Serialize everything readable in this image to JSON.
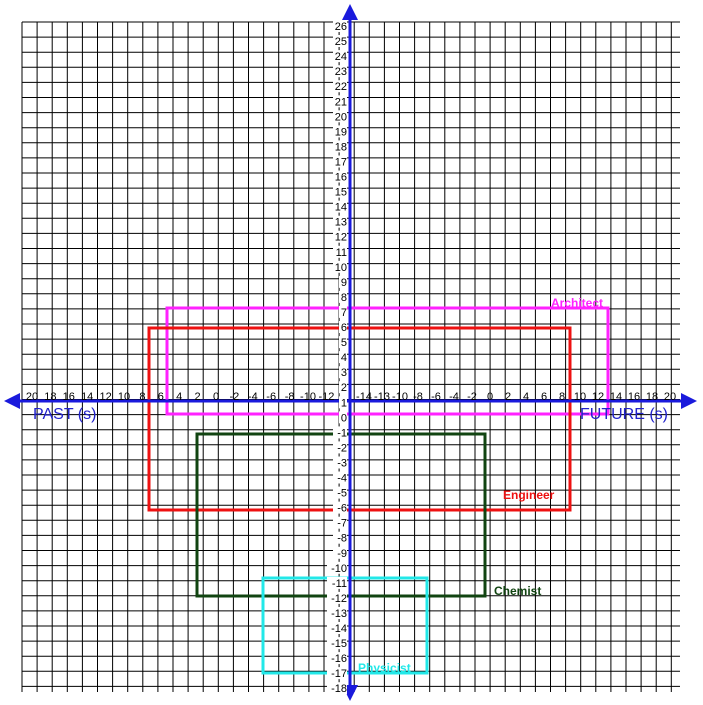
{
  "axes": {
    "past_label": "PAST (s)",
    "future_label": "FUTURE (s)",
    "axis_color": "#1a1adc",
    "y_ticks": [
      "26",
      "25",
      "24",
      "23",
      "22",
      "21",
      "20",
      "19",
      "18",
      "17",
      "16",
      "15",
      "14",
      "13",
      "12",
      "11",
      "10",
      "9",
      "8",
      "7",
      "6",
      "5",
      "4",
      "3",
      "2",
      "1",
      "0",
      "-1",
      "-2",
      "-3",
      "-4",
      "-5",
      "-6",
      "-7",
      "-8",
      "-9",
      "-10",
      "-11",
      "-12",
      "-13",
      "-14",
      "-15",
      "-16",
      "-17",
      "-18"
    ],
    "x_ticks_left": [
      "20",
      "18",
      "16",
      "14",
      "12",
      "10",
      "8",
      "6",
      "4",
      "2",
      "0",
      "-2",
      "-4",
      "-6",
      "-8",
      "-10",
      "-12"
    ],
    "x_ticks_right": [
      "-14",
      "-13",
      "-10",
      "-8",
      "-6",
      "-4",
      "-2",
      "0",
      "2",
      "4",
      "6",
      "8",
      "10",
      "12",
      "14",
      "16",
      "18",
      "20"
    ]
  },
  "regions": [
    {
      "label": "Architect",
      "color": "#ff22ff"
    },
    {
      "label": "Engineer",
      "color": "#ee1111"
    },
    {
      "label": "Chemist",
      "color": "#114411"
    },
    {
      "label": "Physicist",
      "color": "#22e8e8"
    }
  ]
}
